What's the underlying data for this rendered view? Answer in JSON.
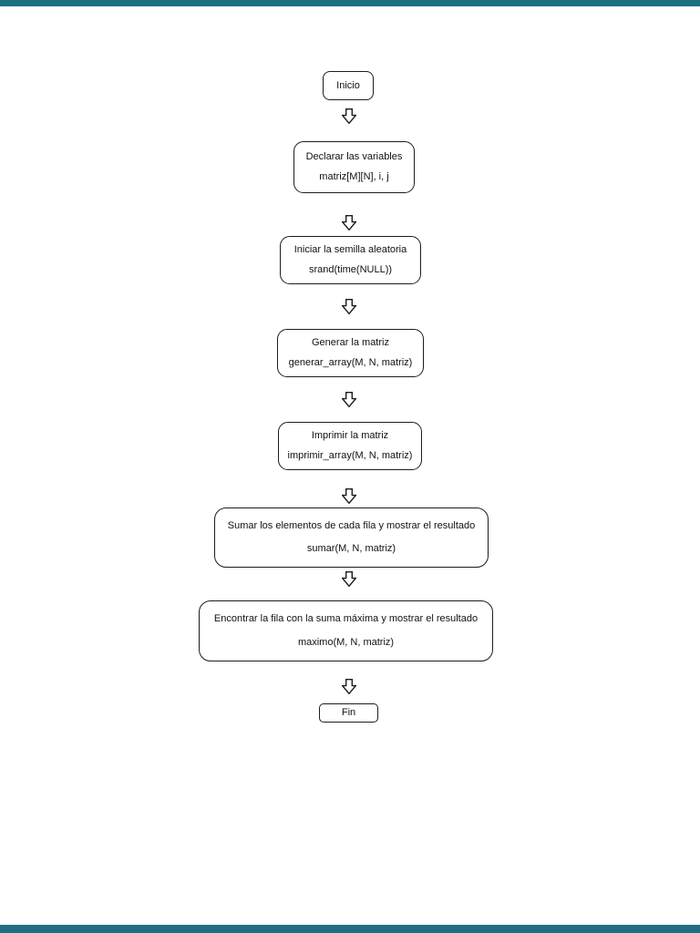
{
  "page": {
    "background": "#ffffff",
    "viewer_strip_color": "#1d7080",
    "node_border_color": "#1c1c1c",
    "text_color": "#111111"
  },
  "flowchart": {
    "nodes": [
      {
        "id": "inicio",
        "type": "terminator",
        "label": "Inicio"
      },
      {
        "id": "declarar",
        "type": "process",
        "line1": "Declarar las variables",
        "line2": "matriz[M][N], i, j"
      },
      {
        "id": "semilla",
        "type": "process",
        "line1": "Iniciar la semilla aleatoria",
        "line2": "srand(time(NULL))"
      },
      {
        "id": "generar",
        "type": "process",
        "line1": "Generar la matriz",
        "line2": "generar_array(M, N, matriz)"
      },
      {
        "id": "imprimir",
        "type": "process",
        "line1": "Imprimir la matriz",
        "line2": "imprimir_array(M, N, matriz)"
      },
      {
        "id": "sumar",
        "type": "process",
        "line1": "Sumar los elementos de cada fila y mostrar el resultado",
        "line2": "sumar(M, N, matriz)"
      },
      {
        "id": "maximo",
        "type": "process",
        "line1": "Encontrar la fila con la suma máxima y mostrar el resultado",
        "line2": "maximo(M, N, matriz)"
      },
      {
        "id": "fin",
        "type": "terminator",
        "label": "Fin"
      }
    ],
    "connectors": {
      "count": 7,
      "icon": "down-arrow-icon",
      "style": "hollow outlined block arrow"
    }
  }
}
